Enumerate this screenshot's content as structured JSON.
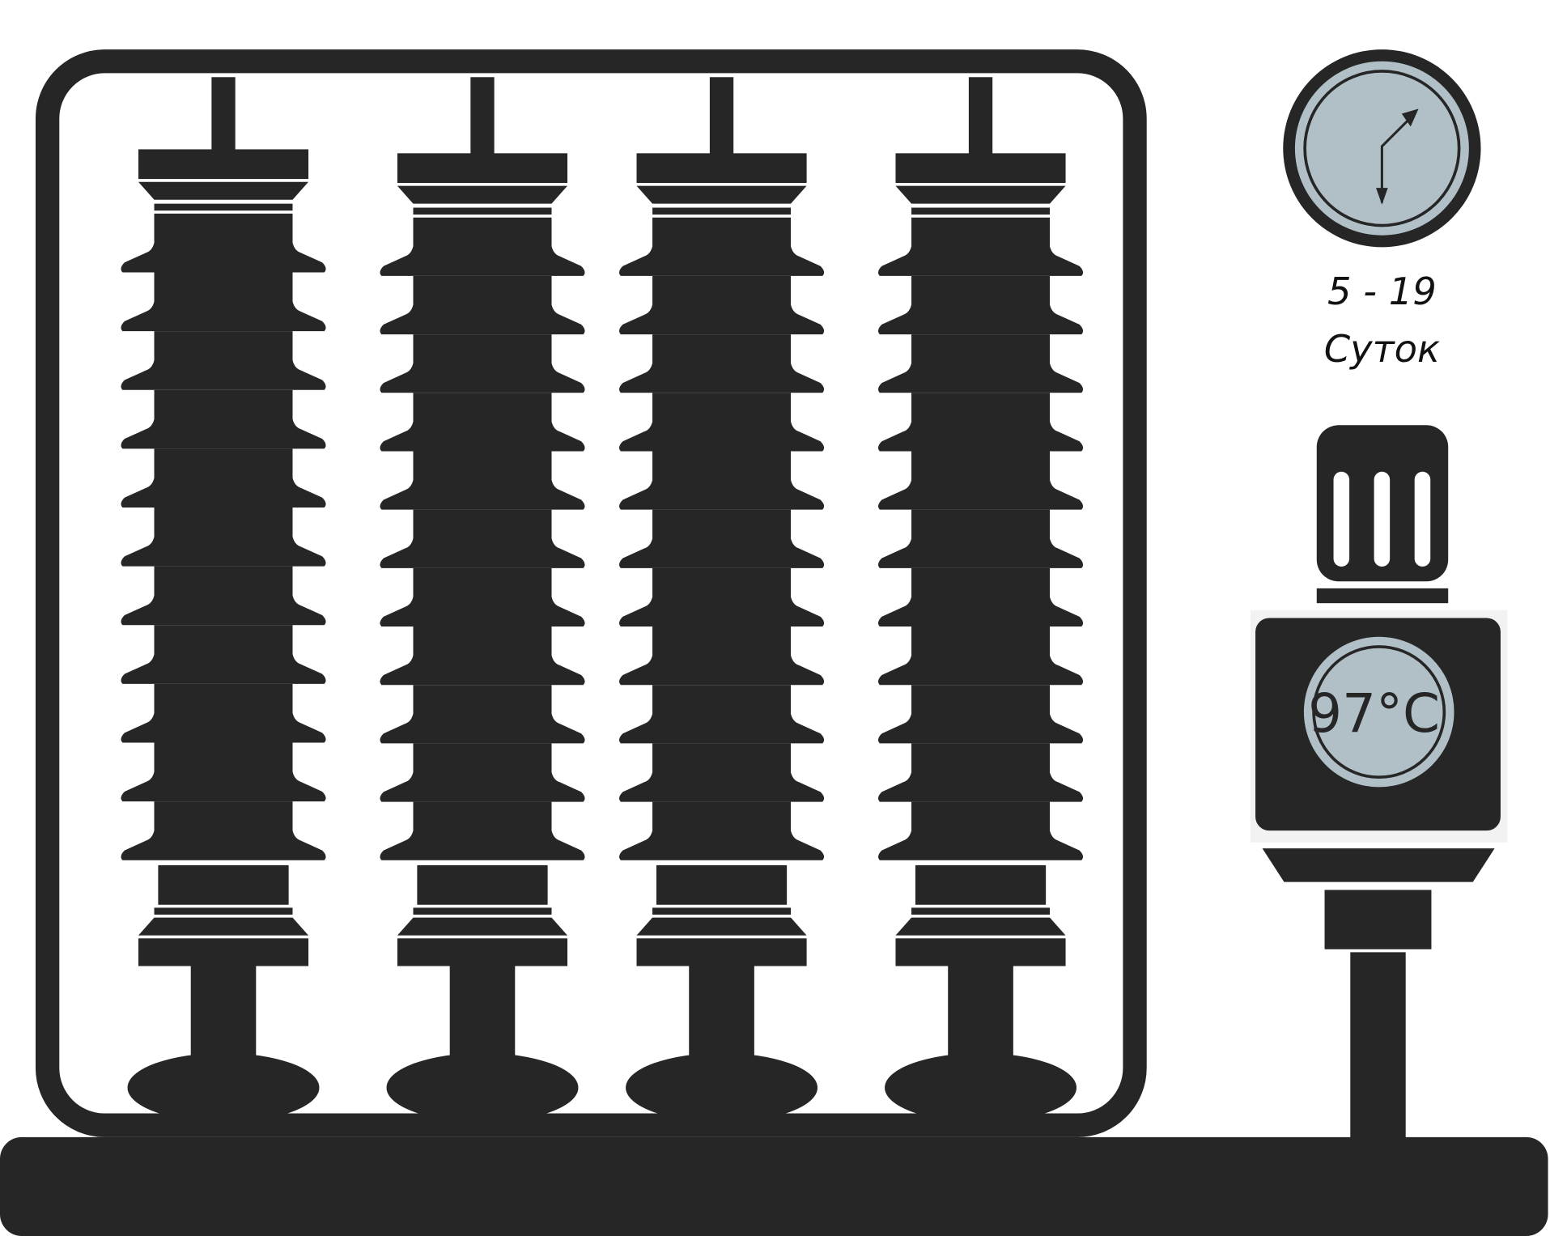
{
  "colors": {
    "dark": "#262626",
    "dial": "#b1c0c7",
    "white": "#ffffff",
    "panel": "#f2f2f2"
  },
  "insulators": {
    "count": 4,
    "sheds_per_column": 11
  },
  "timer": {
    "icon": "clock-icon",
    "range_label": "5 - 19",
    "unit_label": "Суток"
  },
  "heater": {
    "icon": "heater-icon"
  },
  "thermometer": {
    "icon": "temperature-gauge-icon",
    "value_label": "97°C"
  }
}
